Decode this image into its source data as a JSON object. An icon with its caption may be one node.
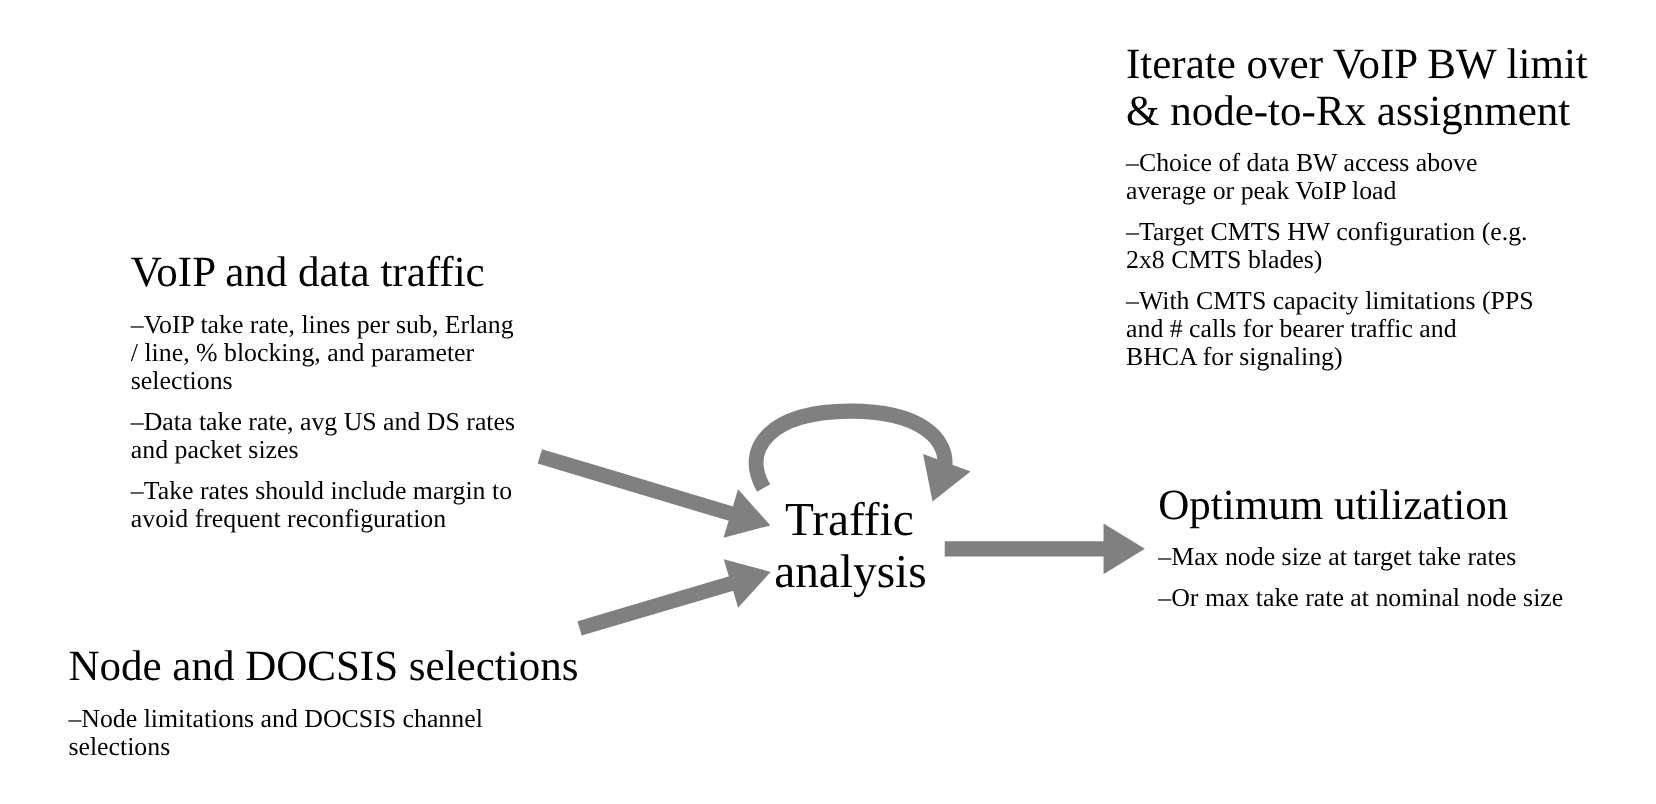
{
  "diagram": {
    "nodes": [
      {
        "text": [
          "VoIP and data traffic",
          "–VoIP take rate, lines per sub, Erlang / line, % blocking, and parameter selections",
          "–Data take rate, avg US and DS rates and packet sizes",
          "–Take rates should include margin to avoid frequent reconfiguration"
        ]
      },
      {
        "text": [
          "Iterate over VoIP BW limit & node-to-Rx assignment",
          "–Choice of data BW access above average or peak VoIP load",
          "–Target CMTS HW configuration (e.g. 2x8 CMTS blades)",
          "–With CMTS capacity limitations (PPS and # calls for bearer traffic and BHCA for signaling)"
        ]
      },
      {
        "text": [
          "Traffic analysis"
        ]
      },
      {
        "text": [
          "Node and DOCSIS selections",
          "–Node limitations and DOCSIS channel selections"
        ]
      },
      {
        "text": [
          "Optimum utilization",
          "–Max node size at target take rates",
          "–Or max take rate at nominal node size"
        ]
      }
    ],
    "edges": [
      {
        "from": 0,
        "to": 2,
        "arrow": "to"
      },
      {
        "from": 2,
        "to": 2,
        "arrow": "to"
      },
      {
        "from": 3,
        "to": 2,
        "arrow": "to"
      },
      {
        "from": 2,
        "to": 4,
        "arrow": "to"
      }
    ]
  }
}
